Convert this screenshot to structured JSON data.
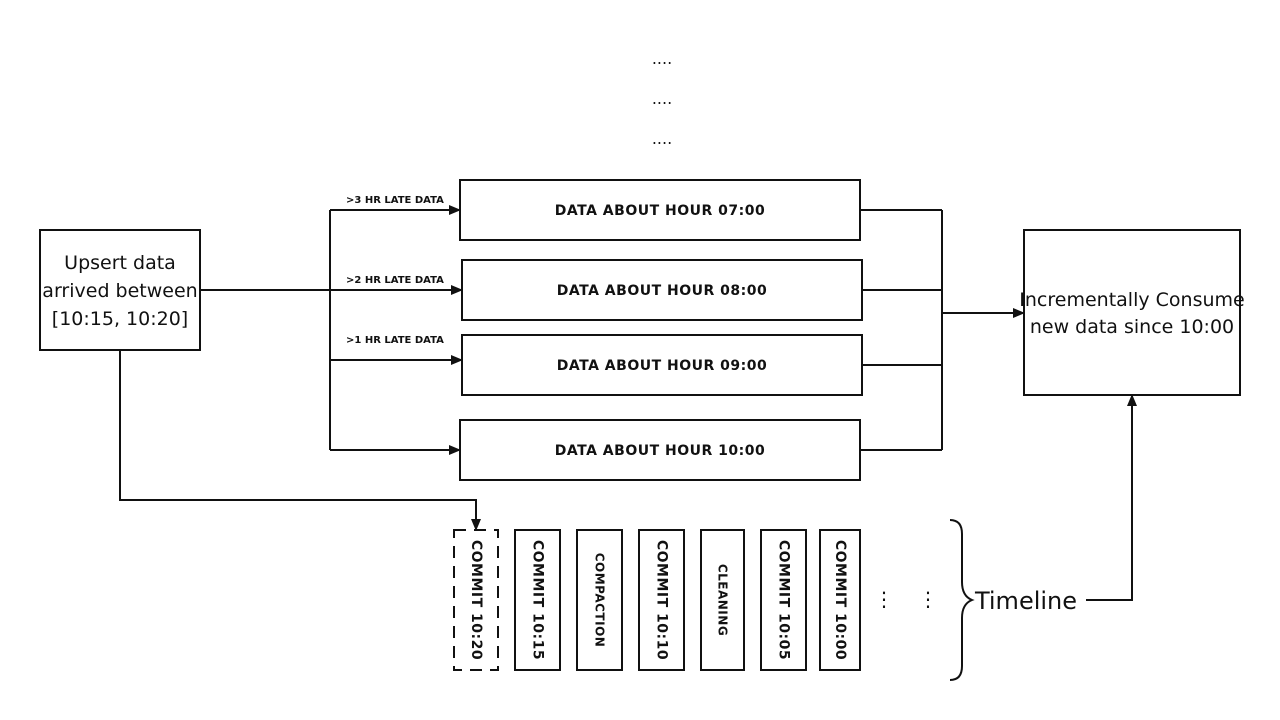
{
  "top_ellipses": [
    "....",
    "....",
    "...."
  ],
  "source": {
    "lines": [
      "Upsert data",
      "arrived between",
      "[10:15, 10:20]"
    ]
  },
  "edge_labels": [
    ">3 HR LATE DATA",
    ">2 HR LATE DATA",
    ">1 HR LATE DATA"
  ],
  "partitions": [
    "DATA ABOUT HOUR 07:00",
    "DATA ABOUT HOUR 08:00",
    "DATA ABOUT HOUR 09:00",
    "DATA ABOUT HOUR 10:00"
  ],
  "consumer": {
    "lines": [
      "Incrementally Consume",
      "new data since 10:00"
    ]
  },
  "timeline": {
    "label": "Timeline",
    "items": [
      "COMMIT 10:20",
      "COMMIT 10:15",
      "COMPACTION",
      "COMMIT 10:10",
      "CLEANING",
      "COMMIT 10:05",
      "COMMIT 10:00"
    ],
    "trailing": [
      "⋮",
      "⋮"
    ]
  }
}
